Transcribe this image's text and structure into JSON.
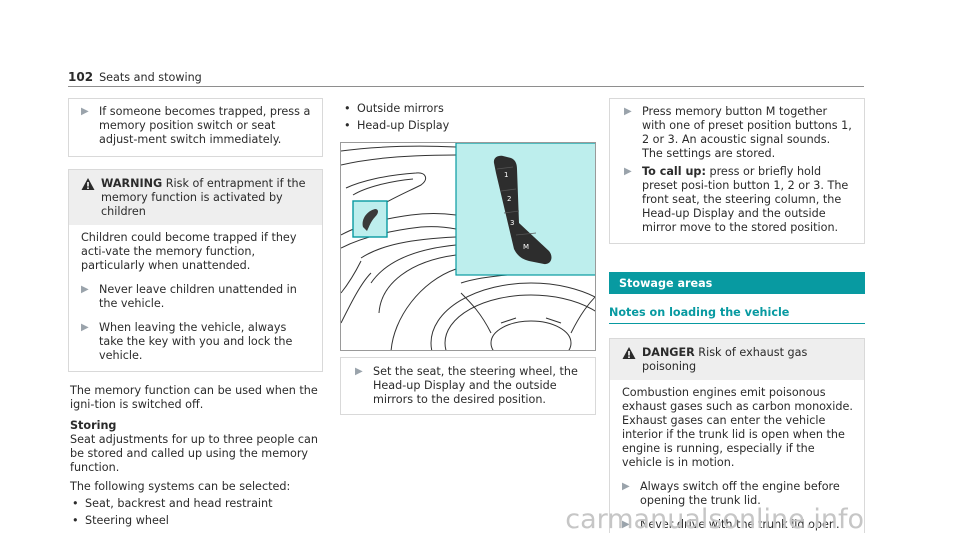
{
  "header": {
    "page_number": "102",
    "section": "Seats and stowing"
  },
  "col1": {
    "box1_step": "If someone becomes trapped, press a memory position switch or seat adjust-ment switch immediately.",
    "warning": {
      "label": "WARNING",
      "title_rest": " Risk of entrapment if the memory function is activated by children",
      "body": "Children could become trapped if they acti-vate the memory function, particularly when unattended.",
      "step1": "Never leave children unattended in the vehicle.",
      "step2": "When leaving the vehicle, always take the key with you and lock the vehicle."
    },
    "memory_text": "The memory function can be used when the igni-tion is switched off.",
    "storing_heading": "Storing",
    "storing_text": "Seat adjustments for up to three people can be stored and called up using the memory function.",
    "systems_intro": "The following systems can be selected:",
    "bullets": [
      "Seat, backrest and head restraint",
      "Steering wheel"
    ]
  },
  "col2": {
    "bullets": [
      "Outside mirrors",
      "Head-up Display"
    ],
    "figure": {
      "buttons": [
        "1",
        "2",
        "3",
        "M"
      ]
    },
    "step": "Set the seat, the steering wheel, the Head-up Display and the outside mirrors to the desired position."
  },
  "col3": {
    "step1": "Press memory button M together with one of preset position buttons 1, 2 or 3. An acoustic signal sounds. The settings are stored.",
    "step2_label": "To call up:",
    "step2_rest": " press or briefly hold preset posi-tion button 1, 2 or 3. The front seat, the steering column, the Head-up Display and the outside mirror move to the stored position.",
    "section_bar": "Stowage areas",
    "subsection": "Notes on loading the vehicle",
    "danger": {
      "label": "DANGER",
      "title_rest": " Risk of exhaust gas poisoning",
      "body": "Combustion engines emit poisonous exhaust gases such as carbon monoxide. Exhaust gases can enter the vehicle interior if the trunk lid is open when the engine is running, especially if the vehicle is in motion.",
      "step1": "Always switch off the engine before opening the trunk lid.",
      "step2": "Never drive with the trunk lid open."
    }
  },
  "watermark": "carmanualsonline.info",
  "colors": {
    "accent": "#089aa1",
    "highlight": "#bdeeed",
    "warning_bg": "#eeeeee"
  }
}
